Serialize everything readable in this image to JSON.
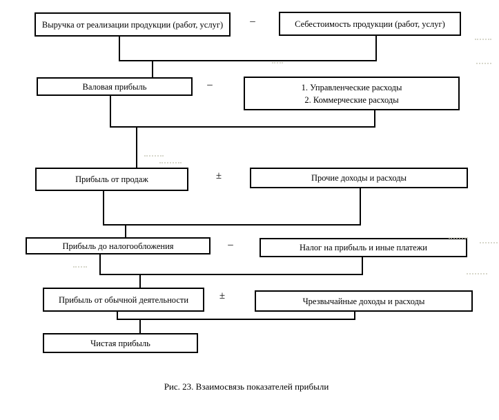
{
  "boxes": {
    "revenue": {
      "label": "Выручка от реализации продукции (работ, услуг)"
    },
    "cost": {
      "label": "Себестоимость продукции (работ, услуг)"
    },
    "gross": {
      "label": "Валовая прибыль"
    },
    "expenses": {
      "line1": "1. Управленческие расходы",
      "line2": "2. Коммерческие расходы"
    },
    "sales": {
      "label": "Прибыль от продаж"
    },
    "other": {
      "label": "Прочие доходы и расходы"
    },
    "pretax": {
      "label": "Прибыль до налогообложения"
    },
    "tax": {
      "label": "Налог на прибыль и иные платежи"
    },
    "ordinary": {
      "label": "Прибыль от обычной деятельности"
    },
    "extraordinary": {
      "label": "Чрезвычайные доходы и расходы"
    },
    "net": {
      "label": "Чистая прибыль"
    }
  },
  "operators": {
    "minus1": "–",
    "minus2": "–",
    "plusminus1": "±",
    "minus3": "–",
    "plusminus2": "±"
  },
  "caption": {
    "text": "Рис. 23. Взаимосвязь показателей прибыли"
  },
  "colors": {
    "line": "#000000",
    "background": "#ffffff"
  }
}
